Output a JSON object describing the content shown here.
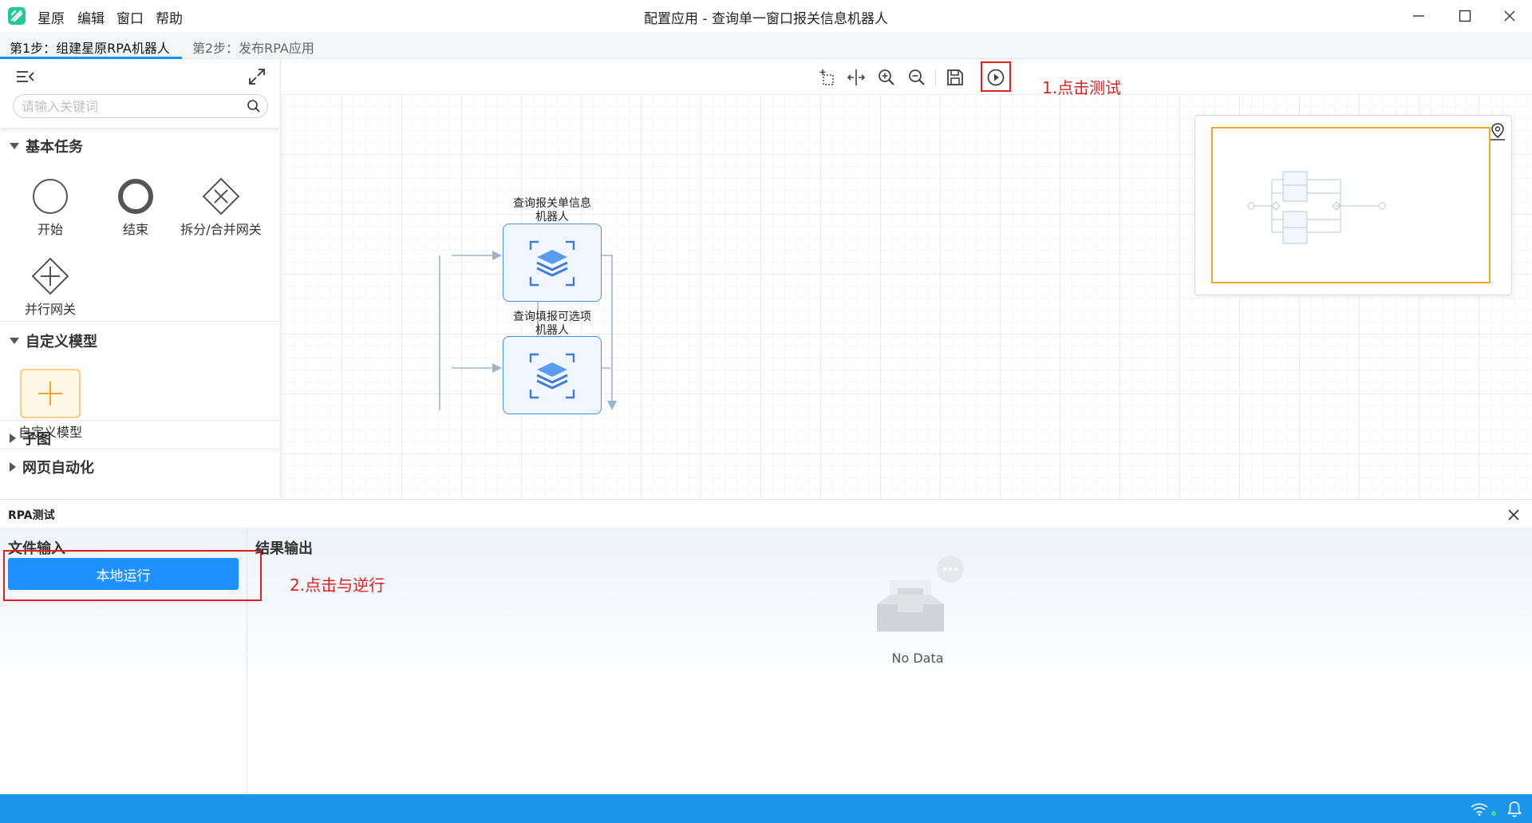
{
  "titlebar": {
    "menu": [
      "星原",
      "编辑",
      "窗口",
      "帮助"
    ],
    "title": "配置应用 - 查询单一窗口报关信息机器人"
  },
  "steps": {
    "step1": "第1步：组建星原RPA机器人",
    "step2": "第2步：发布RPA应用"
  },
  "left_panel": {
    "search_placeholder": "请输入关键词",
    "sections": {
      "basic": "基本任务",
      "custom": "自定义模型",
      "subgraph": "子图",
      "web": "网页自动化"
    },
    "tools": {
      "start": "开始",
      "end": "结束",
      "split_merge": "拆分/合并网关",
      "parallel": "并行网关",
      "custom_model": "自定义模型"
    }
  },
  "canvas": {
    "annotation": "1.点击测试",
    "nodes": [
      {
        "label": "查询报关单信息\n机器人"
      },
      {
        "label": "查询填报可选项\n机器人"
      }
    ]
  },
  "bottom_panel": {
    "title": "RPA测试",
    "close": "X",
    "file_input_title": "文件输入",
    "run_button": "本地运行",
    "annotation": "2.点击与逆行",
    "result_title": "结果输出",
    "empty_text": "No Data"
  },
  "colors": {
    "accent": "#1890ff",
    "annotation": "#e02020",
    "statusbar": "#1a95ea",
    "minimap_frame": "#f5a623"
  }
}
